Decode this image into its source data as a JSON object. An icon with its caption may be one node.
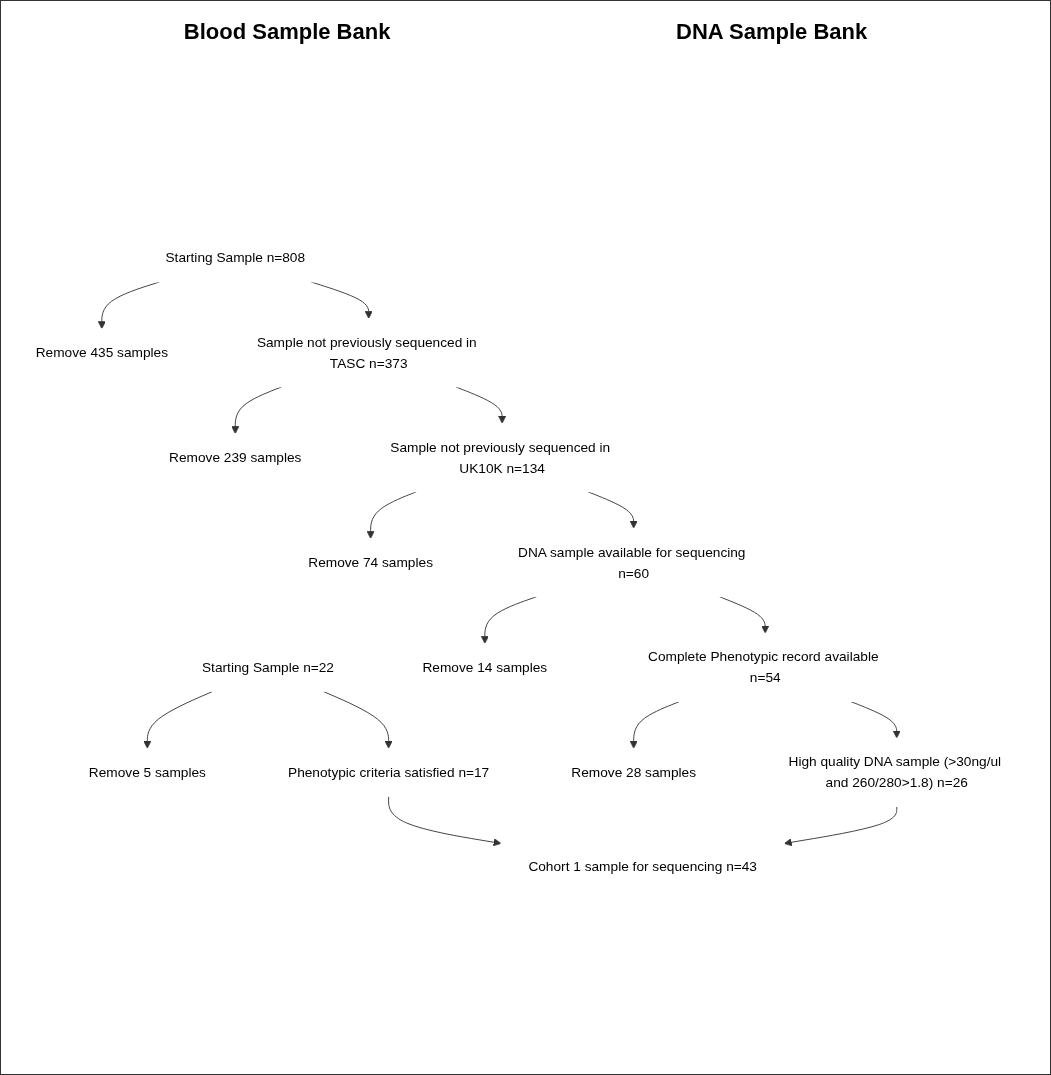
{
  "diagram": {
    "nodes": [
      {
        "text": [
          "Starting Sample n=22"
        ]
      },
      {
        "text": [
          "Remove 5 samples"
        ]
      },
      {
        "text": [
          "Phenotypic criteria satisfied n=17"
        ]
      },
      {
        "text": [
          "Starting Sample n=808"
        ]
      },
      {
        "text": [
          "Remove 435 samples"
        ]
      },
      {
        "text": [
          "Sample not previously sequenced in TASC n=373"
        ]
      },
      {
        "text": [
          "Remove 239 samples"
        ]
      },
      {
        "text": [
          "Sample not previously sequenced in UK10K n=134"
        ]
      },
      {
        "text": [
          "Remove 74 samples"
        ]
      },
      {
        "text": [
          "DNA sample available for sequencing n=60"
        ]
      },
      {
        "text": [
          "Remove 14 samples"
        ]
      },
      {
        "text": [
          "Complete Phenotypic record available n=54"
        ]
      },
      {
        "text": [
          "Remove 28 samples"
        ]
      },
      {
        "text": [
          "High quality DNA sample (>30ng/ul and 260/280>1.8) n=26"
        ]
      },
      {
        "text": [
          "Cohort 1 sample for sequencing n=43"
        ]
      }
    ],
    "edges": [
      {
        "from": 0,
        "to": 1,
        "arrow": "to"
      },
      {
        "from": 0,
        "to": 2,
        "arrow": "to"
      },
      {
        "from": 3,
        "to": 4,
        "arrow": "to"
      },
      {
        "from": 3,
        "to": 5,
        "arrow": "to"
      },
      {
        "from": 5,
        "to": 6,
        "arrow": "to"
      },
      {
        "from": 5,
        "to": 7,
        "arrow": "to"
      },
      {
        "from": 7,
        "to": 8,
        "arrow": "to"
      },
      {
        "from": 7,
        "to": 9,
        "arrow": "to"
      },
      {
        "from": 9,
        "to": 10,
        "arrow": "to"
      },
      {
        "from": 9,
        "to": 11,
        "arrow": "to"
      },
      {
        "from": 11,
        "to": 12,
        "arrow": "to"
      },
      {
        "from": 11,
        "to": 13,
        "arrow": "to"
      },
      {
        "from": 2,
        "to": 14,
        "arrow": "to"
      },
      {
        "from": 13,
        "to": 14,
        "arrow": "to"
      }
    ],
    "labels": [
      "Blood Sample Bank",
      "DNA Sample Bank"
    ]
  }
}
